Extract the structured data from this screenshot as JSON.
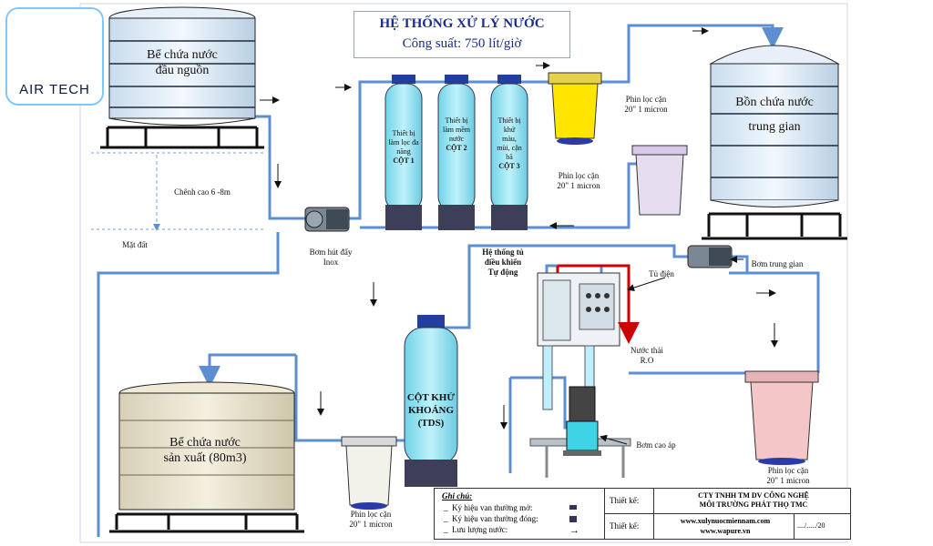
{
  "logo": {
    "text": "AIR TECH"
  },
  "title": {
    "line1": "HỆ THỐNG XỬ LÝ NƯỚC",
    "line2": "Công suất: 750 lít/giờ"
  },
  "tanks": {
    "source": {
      "line1": "Bể chứa nước",
      "line2": "đầu nguồn"
    },
    "intermediate": {
      "line1": "Bồn chứa nước",
      "line2": "trung gian"
    },
    "production": {
      "line1": "Bể chứa nước",
      "line2": "sản xuất (80m3)"
    }
  },
  "columns": [
    {
      "text1": "Thiết bị",
      "text2": "làm lọc đa",
      "text3": "năng",
      "text4": "CỘT 1"
    },
    {
      "text1": "Thiết bị",
      "text2": "làm mềm",
      "text3": "nước",
      "text4": "CỘT 2"
    },
    {
      "text1": "Thiết bị",
      "text2": "khử",
      "text3": "màu,",
      "text4": "mùi, cặn",
      "text5": "bã",
      "text6": "CỘT 3"
    }
  ],
  "labels": {
    "height_diff": "Chênh cao 6 -8m",
    "ground": "Mặt đất",
    "pump_suction": {
      "line1": "Bơm hút đẩy",
      "line2": "Inox"
    },
    "filter_top": {
      "line1": "Phin lọc cặn",
      "line2": "20\" 1 micron"
    },
    "filter_mid": {
      "line1": "Phin lọc cặn",
      "line2": "20\" 1 micron"
    },
    "filter_right": {
      "line1": "Phin lọc cặn",
      "line2": "20\" 1 micron"
    },
    "filter_bottom": {
      "line1": "Phin lọc cặn",
      "line2": "20\" 1 micron"
    },
    "pump_intermediate": "Bơm trung gian",
    "control_system": {
      "line1": "Hệ thống tủ",
      "line2": "điều khiển",
      "line3": "Tự động"
    },
    "electric_cabinet": "Tủ điện",
    "waste_water": {
      "line1": "Nước thải",
      "line2": "R.O"
    },
    "high_pressure_pump": "Bơm cao áp",
    "mineral_column": {
      "line1": "CỘT KHỬ",
      "line2": "KHOÁNG",
      "line3": "(TDS)"
    }
  },
  "legend": {
    "title": "Ghi chú:",
    "item1": "Ký hiệu van thường mở:",
    "item2": "Ký hiệu van thường đóng:",
    "item3": "Lưu lượng nước:",
    "design_label1": "Thiết kế:",
    "design_label2": "Thiết kế:",
    "company_line1": "CTY TNHH TM DV CÔNG NGHỆ",
    "company_line2": "MÔI TRƯỜNG PHÁT THỌ TMC",
    "website1": "www.xulynuocmiennam.com",
    "website2": "www.wapure.vn",
    "date": "..../...../20"
  },
  "colors": {
    "pipe": "#5b8fd1",
    "tank_blue": "#dbeaf6",
    "column": "#8fe0f0",
    "waste": "#cc1f1f",
    "yellow": "#ffe600"
  }
}
